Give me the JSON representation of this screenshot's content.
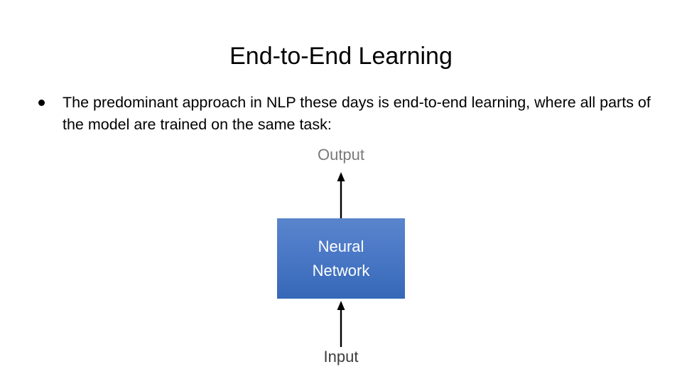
{
  "slide": {
    "title": "End-to-End Learning",
    "background_color": "#ffffff",
    "bullets": [
      {
        "marker": "•",
        "text": "The predominant approach in NLP these days is end-to-end learning, where all parts of the model are trained on the same task:"
      }
    ]
  },
  "diagram": {
    "output_label": "Output",
    "input_label": "Input",
    "box": {
      "line1": "Neural",
      "line2": "Network",
      "fill_top_color": "#5a85cd",
      "fill_bottom_color": "#3568b7",
      "text_color": "#ffffff"
    },
    "arrows": {
      "upper": "arrow-up",
      "lower": "arrow-up",
      "color": "#000000"
    },
    "label_colors": {
      "output": "#7a7a7a",
      "input": "#3d3d3d"
    }
  }
}
